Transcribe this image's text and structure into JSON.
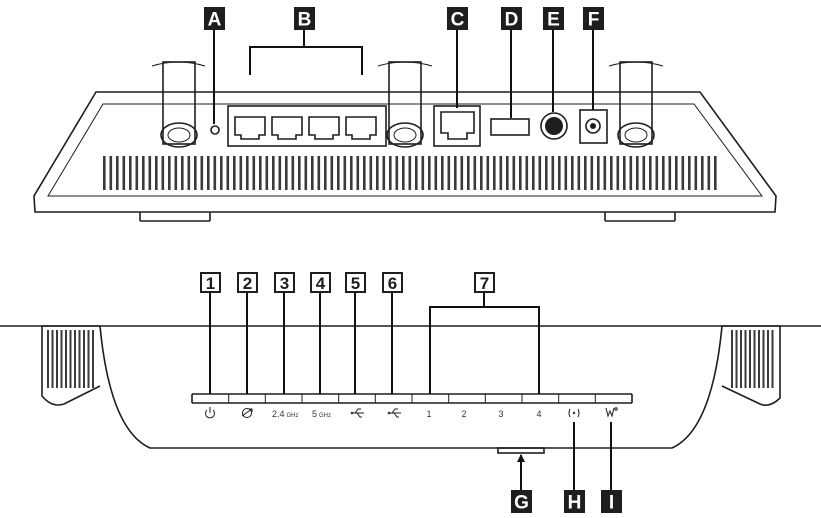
{
  "rear_callouts": [
    "A",
    "B",
    "C",
    "D",
    "E",
    "F"
  ],
  "front_callouts": [
    "G",
    "H",
    "I"
  ],
  "led_numbers": [
    "1",
    "2",
    "3",
    "4",
    "5",
    "6",
    "7"
  ],
  "led_labels": {
    "l24": "2.4",
    "l24_unit": "GHz",
    "l5": "5",
    "l5_unit": "GHz",
    "lan1": "1",
    "lan2": "2",
    "lan3": "3",
    "lan4": "4"
  },
  "icons": {
    "power": "power-icon",
    "internet": "internet-globe-icon",
    "usb1": "usb-icon",
    "usb2": "usb-icon",
    "wifi": "wireless-icon",
    "wps": "wps-icon"
  },
  "colors": {
    "internet_port": "#f7e600",
    "callout": "#1e1e1e"
  }
}
